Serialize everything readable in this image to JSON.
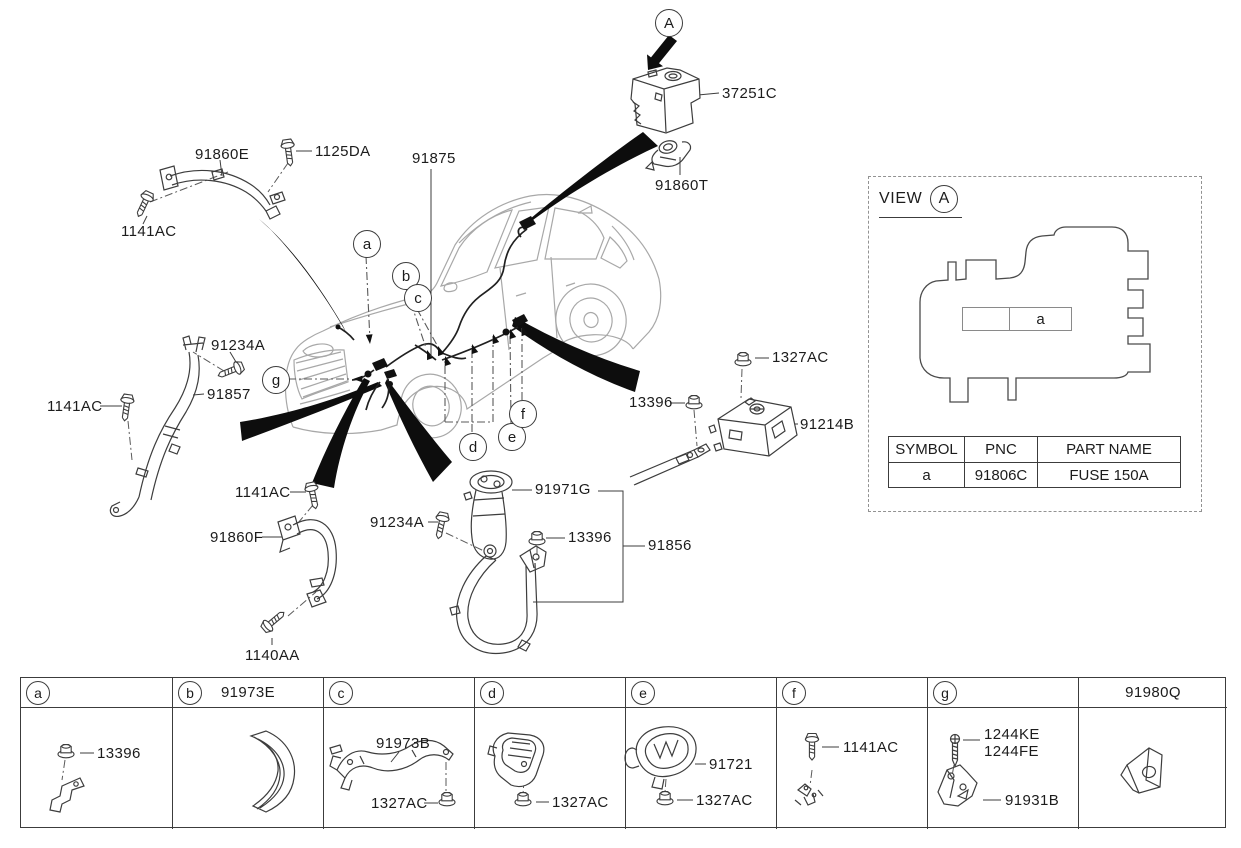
{
  "labels": {
    "a37251c": "37251C",
    "a91860t": "91860T",
    "a91860e": "91860E",
    "a1125da": "1125DA",
    "a1141ac_top": "1141AC",
    "a91875": "91875",
    "a91234a_left": "91234A",
    "a91857": "91857",
    "a1141ac_left": "1141AC",
    "a1141ac_low": "1141AC",
    "a91860f": "91860F",
    "a1140aa": "1140AA",
    "a91234a_ctr": "91234A",
    "a91971g": "91971G",
    "a13396_ctr": "13396",
    "a91856": "91856",
    "a1327ac_r": "1327AC",
    "a13396_r": "13396",
    "a91214b": "91214B"
  },
  "callouts": {
    "A": "A",
    "a": "a",
    "b": "b",
    "c": "c",
    "d": "d",
    "e": "e",
    "f": "f",
    "g": "g"
  },
  "view_a": {
    "title": "VIEW",
    "letter": "A",
    "inner_symbol": "a",
    "table": {
      "headers": [
        "SYMBOL",
        "PNC",
        "PART NAME"
      ],
      "row": {
        "symbol": "a",
        "pnc": "91806C",
        "part_name": "FUSE 150A"
      }
    }
  },
  "bottom_table": {
    "columns": [
      {
        "callout": "a",
        "header_label": "",
        "labels": {
          "n13396": "13396"
        }
      },
      {
        "callout": "b",
        "header_label": "91973E",
        "labels": {}
      },
      {
        "callout": "c",
        "header_label": "",
        "labels": {
          "p91973b": "91973B",
          "n1327ac": "1327AC"
        }
      },
      {
        "callout": "d",
        "header_label": "",
        "labels": {
          "n1327ac": "1327AC"
        }
      },
      {
        "callout": "e",
        "header_label": "",
        "labels": {
          "p91721": "91721",
          "n1327ac": "1327AC"
        }
      },
      {
        "callout": "f",
        "header_label": "",
        "labels": {
          "b1141ac": "1141AC"
        }
      },
      {
        "callout": "g",
        "header_label": "",
        "labels": {
          "s1244ke": "1244KE",
          "s1244fe": "1244FE",
          "p91931b": "91931B"
        }
      },
      {
        "callout": "",
        "header_label": "91980Q",
        "labels": {}
      }
    ]
  },
  "colors": {
    "line_art": "#3d3d3d",
    "car_outline": "#a8a8a8",
    "solid_black": "#0d0d0d",
    "background": "#ffffff"
  }
}
